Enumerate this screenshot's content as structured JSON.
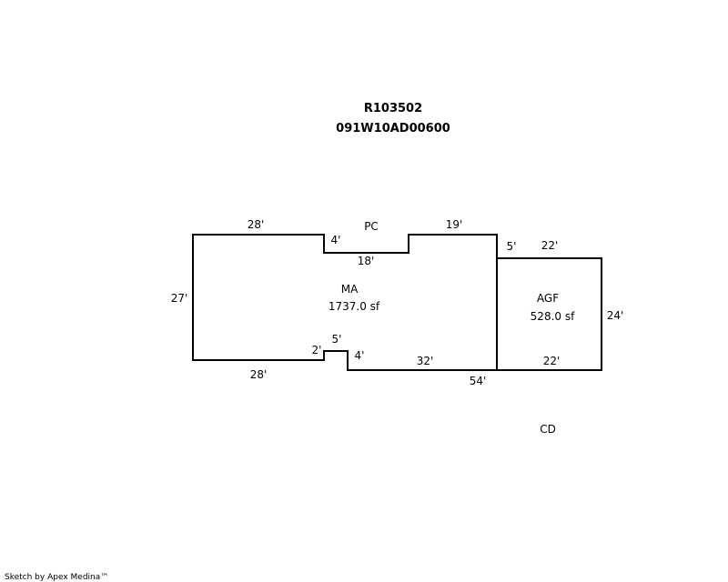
{
  "header": {
    "account_id": "R103502",
    "map_taxlot": "091W10AD00600"
  },
  "areas": {
    "main": {
      "code": "MA",
      "area": "1737.0 sf"
    },
    "garage": {
      "code": "AGF",
      "area": "528.0 sf"
    },
    "porch": {
      "code": "PC"
    },
    "deck": {
      "code": "CD"
    }
  },
  "dimensions": {
    "main_top_left": "28'",
    "main_top_notch_depth": "4'",
    "main_top_notch_width": "18'",
    "main_top_right": "19'",
    "main_left": "27'",
    "main_bottom_left": "28'",
    "main_bottom_jog_rise": "2'",
    "main_bottom_jog_width": "5'",
    "main_bottom_jog_drop": "4'",
    "main_bottom_right": "32'",
    "main_bottom_total": "54'",
    "garage_offset": "5'",
    "garage_top": "22'",
    "garage_right": "24'",
    "garage_bottom": "22'"
  },
  "footer": {
    "credit": "Sketch by Apex Medina™"
  }
}
